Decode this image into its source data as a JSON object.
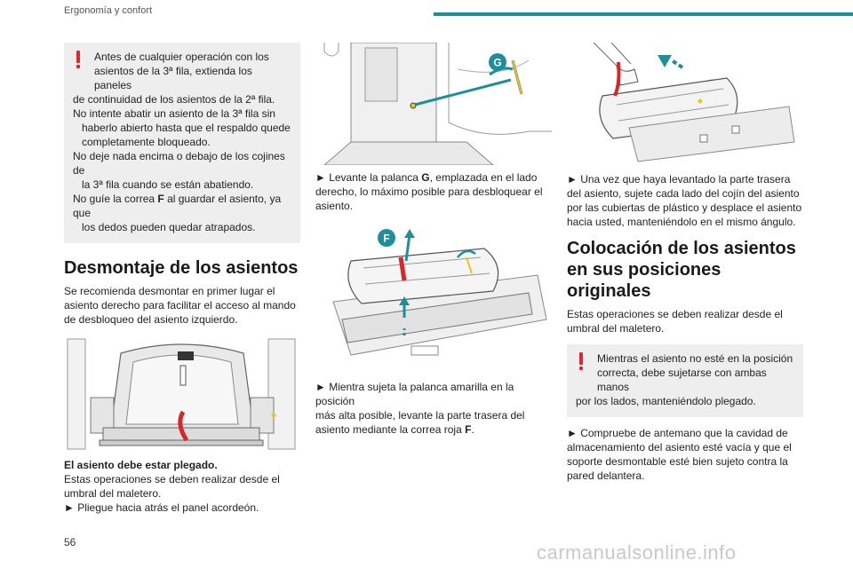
{
  "header": {
    "title": "Ergonomía y confort",
    "accent": "#1e8f9a"
  },
  "col1": {
    "warning": {
      "line1": "Antes de cualquier operación con los",
      "line2": "asientos de la 3ª fila, extienda los paneles",
      "line3": "de continuidad de los asientos de la 2ª fila.",
      "line4": "No intente abatir un asiento de la 3ª fila sin",
      "line5": "haberlo abierto hasta que el respaldo quede",
      "line6": "completamente bloqueado.",
      "line7": "No deje nada encima o debajo de los cojines de",
      "line8": "la 3ª fila cuando se están abatiendo.",
      "line9a": "No guíe la correa ",
      "line9b": "F",
      "line9c": " al guardar el asiento, ya que",
      "line10": "los dedos pueden quedar atrapados."
    },
    "heading": "Desmontaje de los asientos",
    "intro1": "Se recomienda desmontar en primer lugar el",
    "intro2": "asiento derecho para facilitar el acceso al mando",
    "intro3": "de desbloqueo del asiento izquierdo.",
    "caption_bold": "El asiento debe estar plegado.",
    "cap1": "Estas operaciones se deben realizar desde el",
    "cap2": "umbral del maletero.",
    "cap3": "► Pliegue hacia atrás el panel acordeón."
  },
  "col2": {
    "label_g": "G",
    "label_f": "F",
    "step1a": "► Levante la palanca ",
    "step1b": "G",
    "step1c": ", emplazada en el lado",
    "step1d": "derecho, lo máximo posible para desbloquear el",
    "step1e": "asiento.",
    "step2a": "► Mientra sujeta la palanca amarilla en la posición",
    "step2b": "más alta posible, levante la parte trasera del",
    "step2c": "asiento mediante la correa roja ",
    "step2d": "F",
    "step2e": "."
  },
  "col3": {
    "step3a": "► Una vez que haya levantado la parte trasera",
    "step3b": "del asiento, sujete cada lado del cojín del asiento",
    "step3c": "por las cubiertas de plástico y desplace el asiento",
    "step3d": "hacia usted, manteniéndolo en el mismo ángulo.",
    "heading1": "Colocación de los asientos",
    "heading2": "en sus posiciones originales",
    "para1": "Estas operaciones se deben realizar desde el",
    "para2": "umbral del maletero.",
    "warn1": "Mientras el asiento no esté en la posición",
    "warn2": "correcta, debe sujetarse con ambas manos",
    "warn3": "por los lados, manteniéndolo plegado.",
    "step4a": "► Compruebe de antemano que la cavidad de",
    "step4b": "almacenamiento del asiento esté vacía y que el",
    "step4c": "soporte desmontable esté bien sujeto contra la",
    "step4d": "pared delantera."
  },
  "footer": {
    "page_number": "56",
    "watermark": "carmanualsonline.info"
  }
}
